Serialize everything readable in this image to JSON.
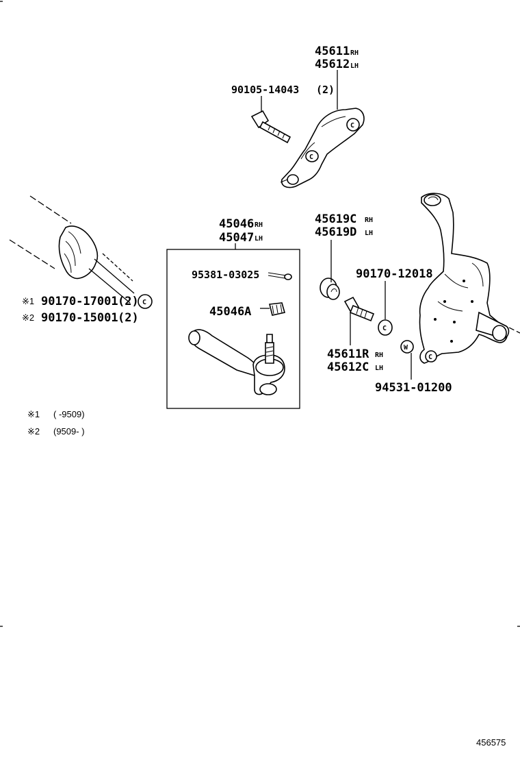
{
  "parts": {
    "arm_a": "45611",
    "arm_a_side": "RH",
    "arm_b": "45612",
    "arm_b_side": "LH",
    "arm_bolt": "90105-14043",
    "arm_bolt_qty": "(2)",
    "tie_end_a": "45046",
    "tie_end_a_side": "RH",
    "tie_end_b": "45047",
    "tie_end_b_side": "LH",
    "cotter_pin": "95381-03025",
    "castle_nut": "45046A",
    "rack_nut_1": "90170-17001",
    "rack_nut_1_qty": "(2)",
    "rack_nut_2": "90170-15001",
    "rack_nut_2_qty": "(2)",
    "bushing_a": "45619C",
    "bushing_a_side": "RH",
    "bushing_b": "45619D",
    "bushing_b_side": "LH",
    "knuckle_nut": "90170-12018",
    "bolt_a": "45611R",
    "bolt_a_side": "RH",
    "bolt_b": "45612C",
    "bolt_b_side": "LH",
    "washer": "94531-01200"
  },
  "callouts": {
    "c": "C",
    "w": "W",
    "mark1": "※1",
    "mark2": "※2"
  },
  "notes": {
    "note1_mark": "※1",
    "note1_text": "(        -9509)",
    "note2_mark": "※2",
    "note2_text": "(9509-        )"
  },
  "figure_number": "456575"
}
